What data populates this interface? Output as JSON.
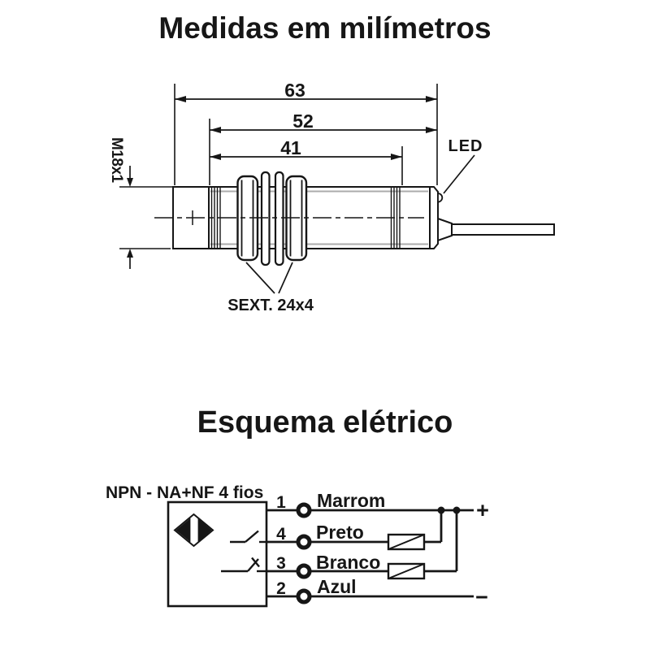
{
  "page": {
    "background": "#ffffff",
    "ink": "#161616",
    "shading": "#ababab"
  },
  "dimension_drawing": {
    "title": "Medidas em milímetros",
    "dim_total": "63",
    "dim_housing": "52",
    "dim_thread_len": "41",
    "thread_label": "M18x1",
    "led_label": "LED",
    "hex_label": "SEXT. 24x4"
  },
  "schematic": {
    "title": "Esquema elétrico",
    "type_label": "NPN - NA+NF 4 fios",
    "wires": [
      {
        "number": "1",
        "color_name": "Marrom"
      },
      {
        "number": "4",
        "color_name": "Preto"
      },
      {
        "number": "3",
        "color_name": "Branco"
      },
      {
        "number": "2",
        "color_name": "Azul"
      }
    ],
    "positive_label": "+",
    "negative_label": "−"
  }
}
